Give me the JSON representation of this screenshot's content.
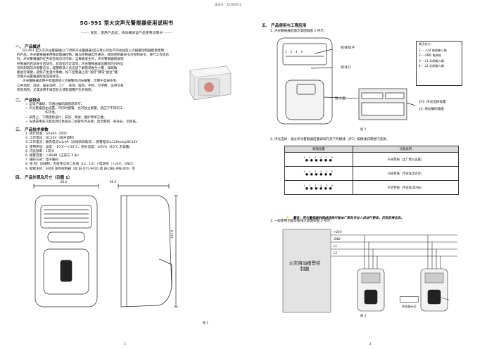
{
  "version": "版本号：20200011",
  "title": "SG-991 型火灾声光警报器使用说明书",
  "subtitle": "------ 安装、使用产品前，请详细阅读产品使用说明书 ------",
  "sec1": {
    "title": "一、   产品概述",
    "p1": [
      "SG-991 型火灾声光警报器(以下简称声光警报器)是与我公司生产的总线型火灾报警控制器配套使用",
      "的产品。声光警报器采用微处理器控制，编与控制器实时通讯，接收控制器命令对控制命令，进行工作状态",
      "时，声光警报器的红色状态指示灯闪烁；当事故发生时，声光警报器接收到",
      "控制器的启动命令后动作，状态指示灯常亮，声光警报器发出醒目的闪光信",
      "号和刺耳的声报警信号，提醒现场人员迅速了解现场发生火警，按疏散",
      "路进行疏散，避免产生重大事故。按下控制器上的“消音”键或“复位”键，",
      "可使声光警报器恢复监视状态。"
    ],
    "p2": [
      "声光警报器适用于有烟感或火灾报警和闪光报警，可用于高层住宅、",
      "公共场所、酒店、娱乐场所、工厂、商场、医院、学校、写字楼、证券交易",
      "所等场所，尤其适用于噪音较大或有烟雾产生的场所。"
    ]
  },
  "sec2": {
    "title": "二、   产品特点",
    "items": [
      "全电子编码，可通过编码器现场改写。",
      "声光警报自由设置，可同时报警，也可独立报警，适应于不同的工",
      "作环境。",
      "采用上、下两结构设计，安装、调试、维护简单方便。",
      "光源采用多只超高亮红色发光二极管作为光源，显示醒目、寿命长、功耗低。"
    ]
  },
  "sec3": {
    "title": "三、   产品技术参数",
    "items": [
      "1.   执行标准：GA385- 2002",
      "2.   工作电压：DC24V（脉冲调制）",
      "3.   工作电流：静态电流≤1mA（总线四线电流），报警电流≤120mA@DC24V",
      "4.   使用环境：温度：-10℃～+55℃，相对湿度：≤95%（40℃ 无凝露）",
      "5.   闪光频率：1次/S",
      "6.   报警音量：＞85dB（正前方 3 米）",
      "7.   编码方式：电子编码",
      "8.   线    制：四线制，无极性信号二总线（L1、L2）+电源线（+24V、GND）",
      "9.   配接主机：9000 系列控制器（如 JB-QTL-9000 或 JB-QBL-MN/300）等"
    ]
  },
  "sec4": {
    "title": "四、   产品外观及尺寸（见图 1）",
    "dim_width": "84.0",
    "dim_depth": "66.5",
    "dim_height": "142.0",
    "fig_caption": "图 1"
  },
  "page_left": "1",
  "sec5": {
    "title": "五、   产品使用与工程应用",
    "item1": "1.   声光警报器后面示意图如图 2 所示：",
    "fig2": {
      "term_label": "接线端子",
      "debug_label": "调试口",
      "amp_label": "放大图",
      "pins": "1 2 3 4",
      "legend_title": "端子定义：",
      "legend": [
        "1--- +24 电源输入端",
        "2--- GND 电源地",
        "3--- L1 总线输入端",
        "4--- L2 总线输入端"
      ],
      "jp1": "JP1: 声光选择设置",
      "j2": "J2:  地址编码插座",
      "caption": "图 2"
    },
    "item2": "2.   声光选择：通过声光警报器后面调试孔旁下的跳线（JP1）按跳线说明进行选择。",
    "table": {
      "h1": "跳线设置",
      "h2": "功能说明",
      "pins": "1 2 3 4 5 6",
      "rows": [
        {
          "dots": "●-●  ●-●  ●-●",
          "desc": "声光警报（出厂默认设置）"
        },
        {
          "dots": "●-●  ●-●  ●  ●",
          "desc": "闪光警报（不会发出声音）"
        },
        {
          "dots": "●  ●  ●-●  ●-●",
          "desc": "声音警报（不会发出闪光）"
        }
      ]
    },
    "warning": "警告：声光警报器的跳线选择只能由厂家及专业人员进行更改，否则后果自负。",
    "item3": "3.   一般使用功能及接线示意图如图 3 所示：",
    "fig3": {
      "v24": "+24V",
      "gnd": "GND",
      "l1": "L1",
      "l2": "L2",
      "ctrl": "火灾自动报警控制器",
      "status": "状态指示灯",
      "caption": "图 3"
    }
  },
  "page_right": "2"
}
